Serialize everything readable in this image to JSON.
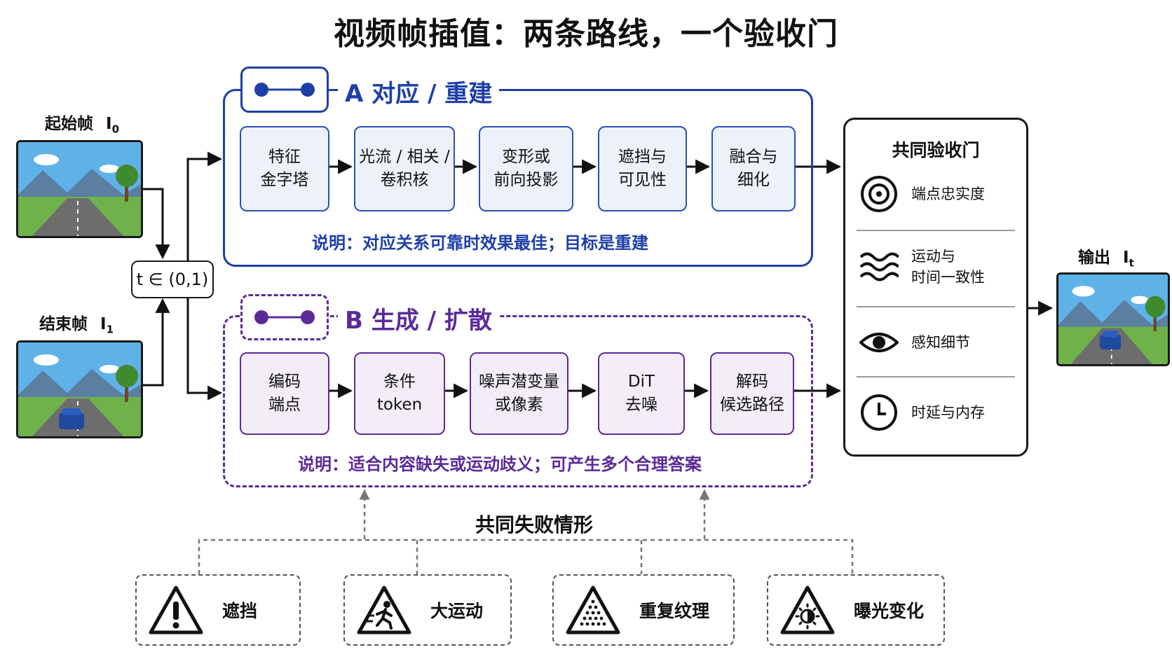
{
  "title": "视频帧插值：两条路线，一个验收门",
  "start_frame": {
    "label": "起始帧",
    "symbol": "I",
    "sub": "0"
  },
  "end_frame": {
    "label": "结束帧",
    "symbol": "I",
    "sub": "1"
  },
  "time_param": "t ∈ (0,1)",
  "output": {
    "label": "输出",
    "symbol": "I",
    "sub": "t"
  },
  "route_a": {
    "title": "A  对应 / 重建",
    "icon": "link-chain-icon",
    "color": "#1f3fa8",
    "steps": [
      "特征\n金字塔",
      "光流 / 相关 /\n卷积核",
      "变形或\n前向投影",
      "遮挡与\n可见性",
      "融合与\n细化"
    ],
    "note": "说明：对应关系可靠时效果最佳；目标是重建"
  },
  "route_b": {
    "title": "B  生成 / 扩散",
    "icon": "link-chain-icon",
    "color": "#5b2a9a",
    "steps": [
      "编码\n端点",
      "条件\ntoken",
      "噪声潜变量\n或像素",
      "DiT\n去噪",
      "解码\n候选路径"
    ],
    "note": "说明：适合内容缺失或运动歧义；可产生多个合理答案"
  },
  "gate": {
    "title": "共同验收门",
    "items": [
      {
        "icon": "target-icon",
        "label": "端点忠实度"
      },
      {
        "icon": "wave-icon",
        "label": "运动与\n时间一致性"
      },
      {
        "icon": "eye-icon",
        "label": "感知细节"
      },
      {
        "icon": "clock-icon",
        "label": "时延与内存"
      }
    ]
  },
  "failures": {
    "title": "共同失败情形",
    "items": [
      {
        "icon": "warning-icon",
        "label": "遮挡"
      },
      {
        "icon": "running-person-icon",
        "label": "大运动"
      },
      {
        "icon": "dotted-triangle-icon",
        "label": "重复纹理"
      },
      {
        "icon": "exposure-icon",
        "label": "曝光变化"
      }
    ]
  }
}
